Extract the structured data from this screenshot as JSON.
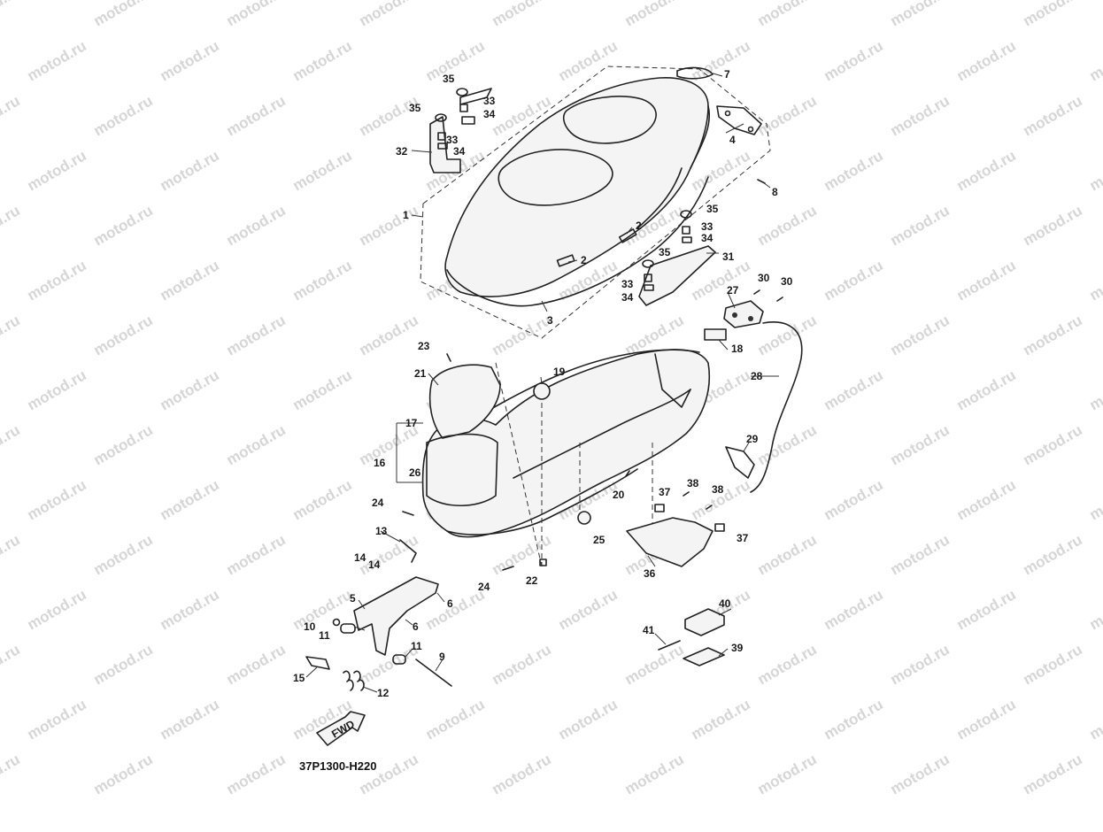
{
  "watermark": "motod.ru",
  "diagram_code": "37P1300-H220",
  "fwd_label": "FWD",
  "callouts": [
    {
      "id": "c1",
      "text": "1"
    },
    {
      "id": "c2a",
      "text": "2"
    },
    {
      "id": "c2b",
      "text": "2"
    },
    {
      "id": "c3",
      "text": "3"
    },
    {
      "id": "c4",
      "text": "4"
    },
    {
      "id": "c5",
      "text": "5"
    },
    {
      "id": "c6a",
      "text": "6"
    },
    {
      "id": "c6b",
      "text": "6"
    },
    {
      "id": "c7",
      "text": "7"
    },
    {
      "id": "c8",
      "text": "8"
    },
    {
      "id": "c9",
      "text": "9"
    },
    {
      "id": "c10",
      "text": "10"
    },
    {
      "id": "c11a",
      "text": "11"
    },
    {
      "id": "c11b",
      "text": "11"
    },
    {
      "id": "c12",
      "text": "12"
    },
    {
      "id": "c13",
      "text": "13"
    },
    {
      "id": "c14a",
      "text": "14"
    },
    {
      "id": "c14b",
      "text": "14"
    },
    {
      "id": "c15",
      "text": "15"
    },
    {
      "id": "c16",
      "text": "16"
    },
    {
      "id": "c17",
      "text": "17"
    },
    {
      "id": "c18",
      "text": "18"
    },
    {
      "id": "c19",
      "text": "19"
    },
    {
      "id": "c20",
      "text": "20"
    },
    {
      "id": "c21",
      "text": "21"
    },
    {
      "id": "c22",
      "text": "22"
    },
    {
      "id": "c23",
      "text": "23"
    },
    {
      "id": "c24a",
      "text": "24"
    },
    {
      "id": "c24b",
      "text": "24"
    },
    {
      "id": "c25",
      "text": "25"
    },
    {
      "id": "c26",
      "text": "26"
    },
    {
      "id": "c27",
      "text": "27"
    },
    {
      "id": "c28",
      "text": "28"
    },
    {
      "id": "c29",
      "text": "29"
    },
    {
      "id": "c30a",
      "text": "30"
    },
    {
      "id": "c30b",
      "text": "30"
    },
    {
      "id": "c31",
      "text": "31"
    },
    {
      "id": "c32",
      "text": "32"
    },
    {
      "id": "c33a",
      "text": "33"
    },
    {
      "id": "c33b",
      "text": "33"
    },
    {
      "id": "c33c",
      "text": "33"
    },
    {
      "id": "c33d",
      "text": "33"
    },
    {
      "id": "c34a",
      "text": "34"
    },
    {
      "id": "c34b",
      "text": "34"
    },
    {
      "id": "c34c",
      "text": "34"
    },
    {
      "id": "c34d",
      "text": "34"
    },
    {
      "id": "c35a",
      "text": "35"
    },
    {
      "id": "c35b",
      "text": "35"
    },
    {
      "id": "c35c",
      "text": "35"
    },
    {
      "id": "c35d",
      "text": "35"
    },
    {
      "id": "c36",
      "text": "36"
    },
    {
      "id": "c37a",
      "text": "37"
    },
    {
      "id": "c37b",
      "text": "37"
    },
    {
      "id": "c38a",
      "text": "38"
    },
    {
      "id": "c38b",
      "text": "38"
    },
    {
      "id": "c39",
      "text": "39"
    },
    {
      "id": "c40",
      "text": "40"
    },
    {
      "id": "c41",
      "text": "41"
    }
  ]
}
